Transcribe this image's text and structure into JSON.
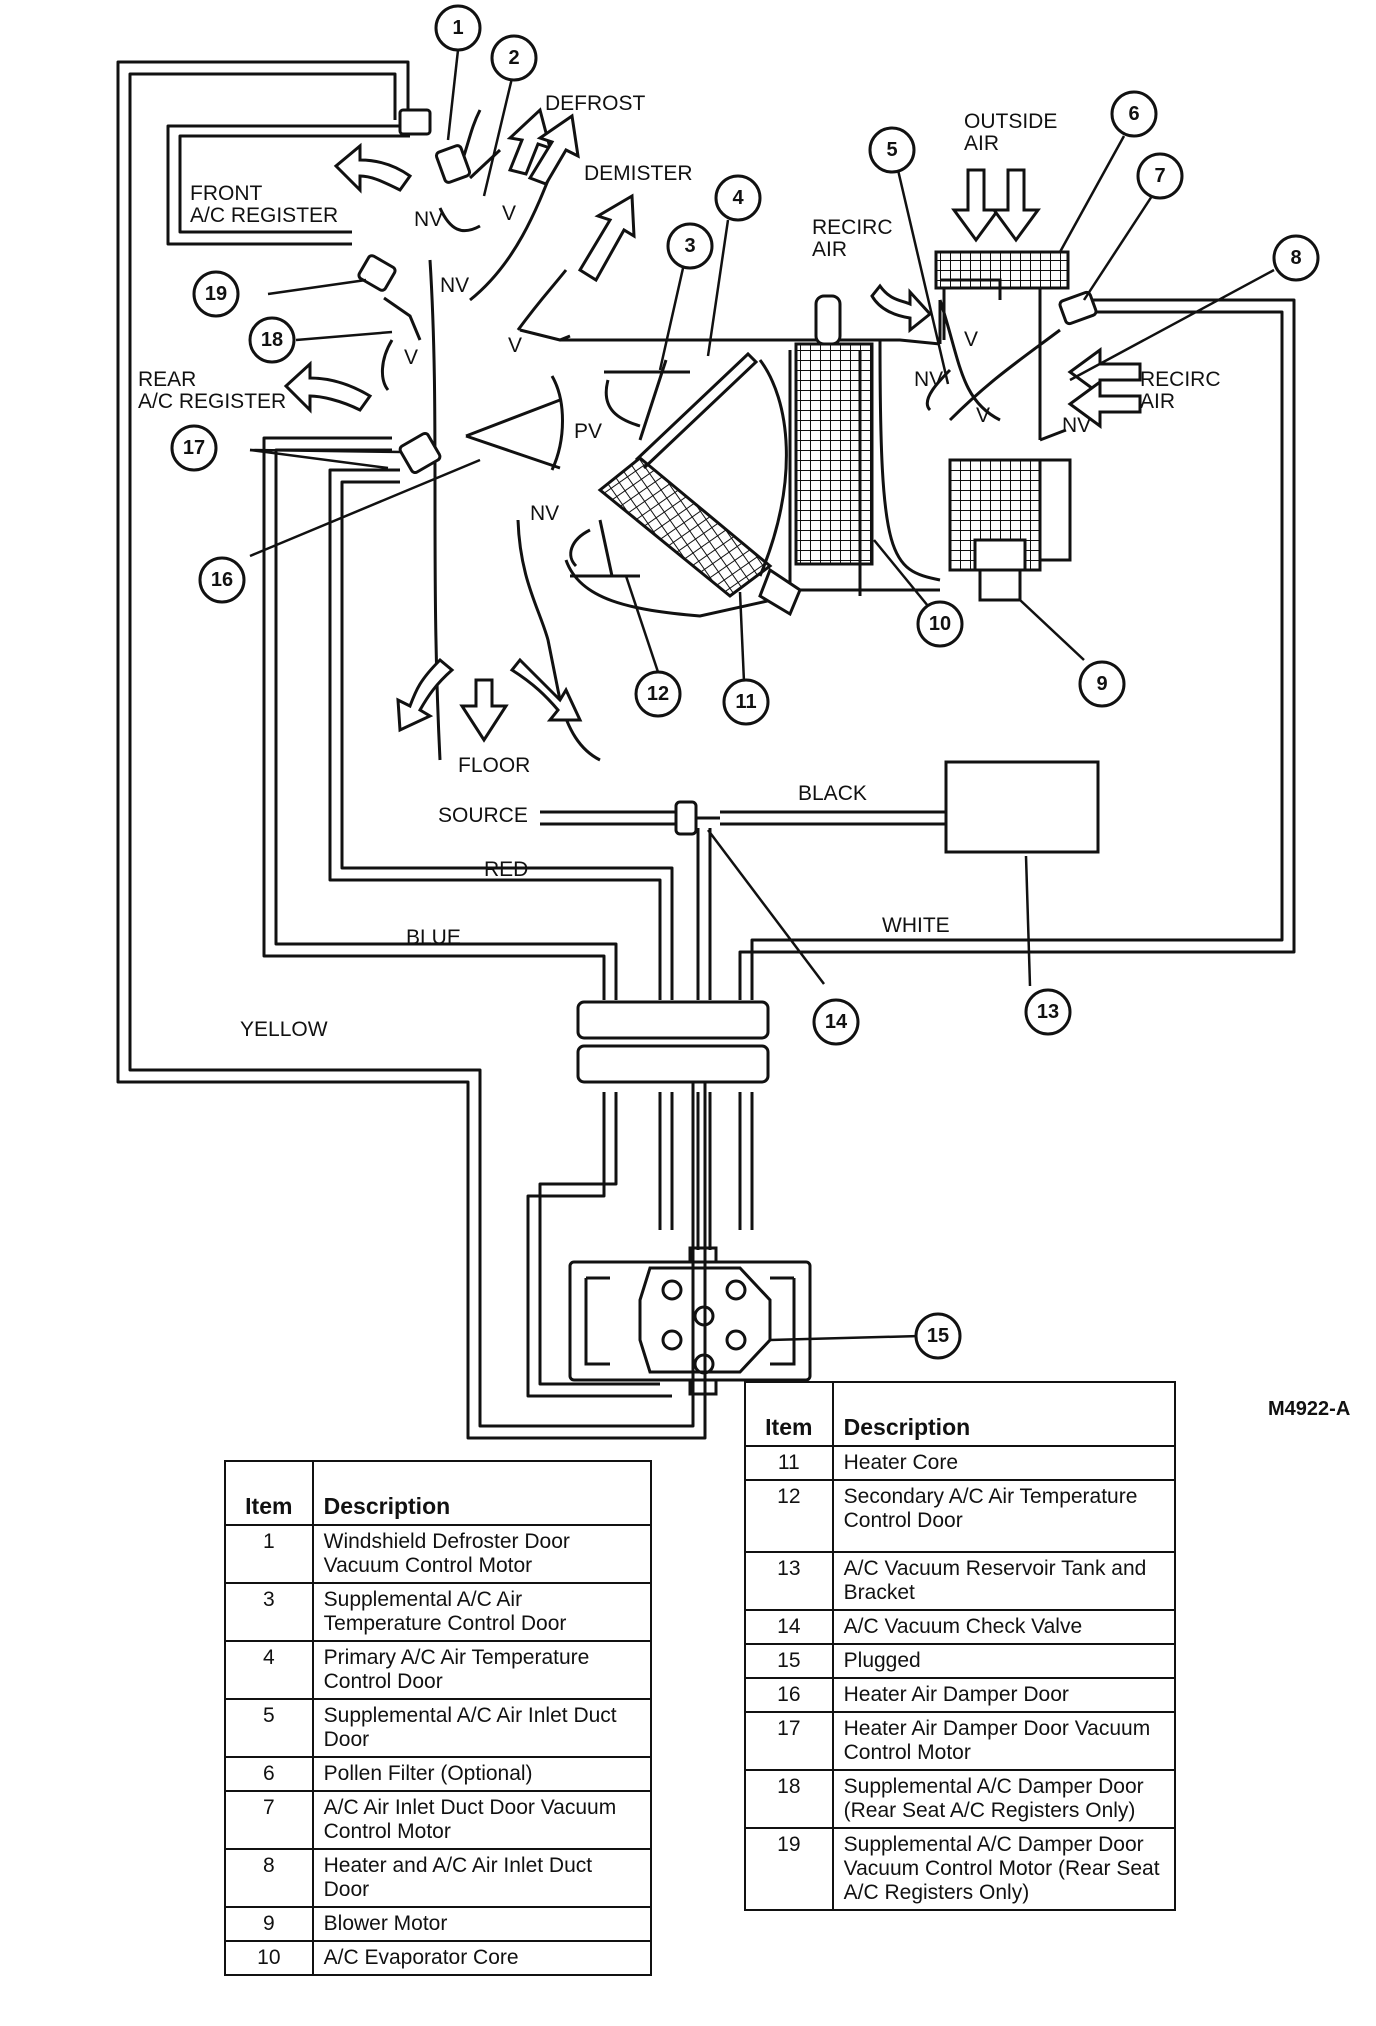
{
  "figure_id": "M4922-A",
  "labels": {
    "defrost": "DEFROST",
    "demister": "DEMISTER",
    "front_register_1": "FRONT",
    "front_register_2": "A/C REGISTER",
    "rear_register_1": "REAR",
    "rear_register_2": "A/C REGISTER",
    "outside_air_1": "OUTSIDE",
    "outside_air_2": "AIR",
    "recirc_left_1": "RECIRC",
    "recirc_left_2": "AIR",
    "recirc_right_1": "RECIRC",
    "recirc_right_2": "AIR",
    "floor": "FLOOR",
    "source": "SOURCE",
    "black": "BLACK",
    "red": "RED",
    "blue": "BLUE",
    "white": "WHITE",
    "yellow": "YELLOW",
    "nv": "NV",
    "v": "V",
    "pv": "PV"
  },
  "callouts": [
    "1",
    "2",
    "3",
    "4",
    "5",
    "6",
    "7",
    "8",
    "9",
    "10",
    "11",
    "12",
    "13",
    "14",
    "15",
    "16",
    "17",
    "18",
    "19"
  ],
  "legend_left": {
    "header_item": "Item",
    "header_desc": "Description",
    "rows": [
      {
        "item": "1",
        "desc": "Windshield Defroster Door Vacuum Control Motor"
      },
      {
        "item": "3",
        "desc": "Supplemental A/C Air Temperature Control Door"
      },
      {
        "item": "4",
        "desc": "Primary A/C Air Temperature Control Door"
      },
      {
        "item": "5",
        "desc": "Supplemental A/C Air Inlet Duct Door"
      },
      {
        "item": "6",
        "desc": "Pollen Filter (Optional)"
      },
      {
        "item": "7",
        "desc": "A/C Air Inlet Duct Door Vacuum Control Motor"
      },
      {
        "item": "8",
        "desc": "Heater and A/C Air Inlet Duct Door"
      },
      {
        "item": "9",
        "desc": "Blower Motor"
      },
      {
        "item": "10",
        "desc": "A/C Evaporator Core"
      }
    ]
  },
  "legend_right": {
    "header_item": "Item",
    "header_desc": "Description",
    "rows": [
      {
        "item": "11",
        "desc": "Heater Core"
      },
      {
        "item": "12",
        "desc": "Secondary A/C Air Temperature Control Door"
      },
      {
        "item": "13",
        "desc": "A/C Vacuum Reservoir Tank and Bracket"
      },
      {
        "item": "14",
        "desc": "A/C Vacuum Check Valve"
      },
      {
        "item": "15",
        "desc": "Plugged"
      },
      {
        "item": "16",
        "desc": "Heater Air Damper Door"
      },
      {
        "item": "17",
        "desc": "Heater Air Damper Door Vacuum Control Motor"
      },
      {
        "item": "18",
        "desc": "Supplemental A/C Damper Door (Rear Seat A/C Registers Only)"
      },
      {
        "item": "19",
        "desc": "Supplemental A/C Damper Door Vacuum Control Motor (Rear Seat A/C Registers Only)"
      }
    ]
  }
}
